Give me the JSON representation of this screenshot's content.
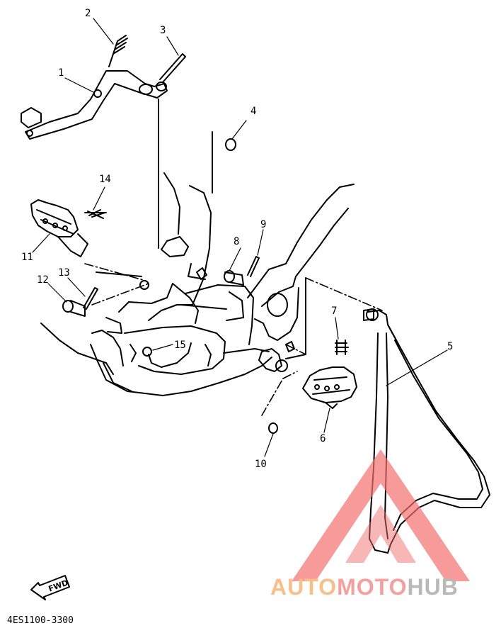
{
  "callouts": [
    {
      "label": "1"
    },
    {
      "label": "2"
    },
    {
      "label": "3"
    },
    {
      "label": "4"
    },
    {
      "label": "5"
    },
    {
      "label": "6"
    },
    {
      "label": "7"
    },
    {
      "label": "8"
    },
    {
      "label": "9"
    },
    {
      "label": "10"
    },
    {
      "label": "11"
    },
    {
      "label": "12"
    },
    {
      "label": "13"
    },
    {
      "label": "14"
    },
    {
      "label": "15"
    }
  ],
  "fwd_label": "FWD",
  "diagram_code": "4ES1100-3300",
  "watermark": {
    "part1": "AUTO",
    "part2": "MOTO",
    "part3": "HUB"
  },
  "colors": {
    "line": "#000000",
    "watermark_red": "#f26f6f",
    "watermark_orange": "#f7c08a",
    "watermark_gray": "#b9b9b9"
  }
}
